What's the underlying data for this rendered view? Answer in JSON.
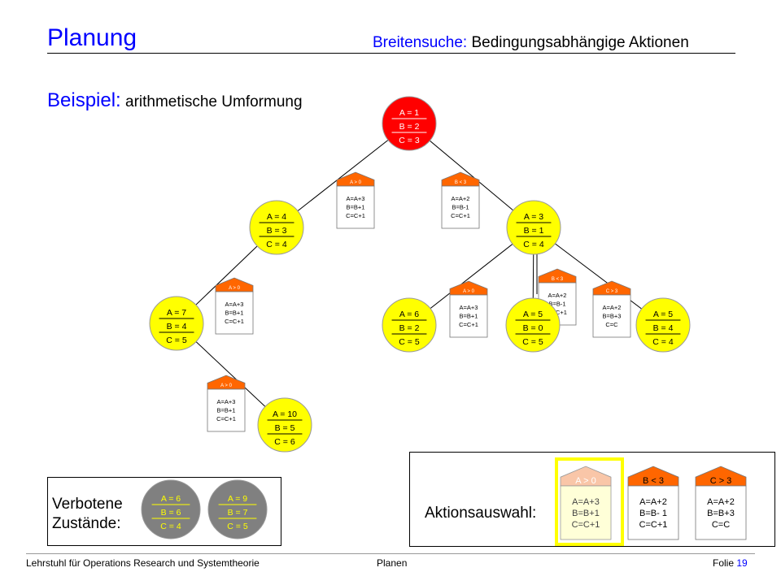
{
  "header": {
    "title": "Planung",
    "subtitle_keyword": "Breitensuche:",
    "subtitle_rest": " Bedingungsabhängige Aktionen"
  },
  "heading": {
    "keyword": "Beispiel:",
    "rest": " arithmetische Umformung"
  },
  "colors": {
    "state_fill": "#ffff00",
    "action_fill": "#ff6600",
    "forbidden_fill": "#808080",
    "accent_blue": "#0000ff",
    "highlight_frame": "#ffff00"
  },
  "tree": {
    "states": [
      {
        "id": "root",
        "a": "A  = 1",
        "b": "B = 2",
        "c": "C = 3",
        "fill": "#ff0000",
        "text": "#ffffff"
      },
      {
        "id": "s4",
        "a": "A  = 4",
        "b": "B = 3",
        "c": "C = 4",
        "fill": "#ffff00",
        "text": "#000000"
      },
      {
        "id": "s3",
        "a": "A  = 3",
        "b": "B = 1",
        "c": "C = 4",
        "fill": "#ffff00",
        "text": "#000000"
      },
      {
        "id": "s7",
        "a": "A  = 7",
        "b": "B = 4",
        "c": "C = 5",
        "fill": "#ffff00",
        "text": "#000000"
      },
      {
        "id": "s6",
        "a": "A  = 6",
        "b": "B = 2",
        "c": "C = 5",
        "fill": "#ffff00",
        "text": "#000000"
      },
      {
        "id": "s5a",
        "a": "A  = 5",
        "b": "B = 0",
        "c": "C = 5",
        "fill": "#ffff00",
        "text": "#000000"
      },
      {
        "id": "s5b",
        "a": "A  = 5",
        "b": "B = 4",
        "c": "C = 4",
        "fill": "#ffff00",
        "text": "#000000"
      },
      {
        "id": "s10",
        "a": "A  = 10",
        "b": "B = 5",
        "c": "C = 6",
        "fill": "#ffff00",
        "text": "#000000"
      }
    ],
    "actions": [
      {
        "id": "a1",
        "cond": "A > 0",
        "l1": "A=A+3",
        "l2": "B=B+1",
        "l3": "C=C+1"
      },
      {
        "id": "a2",
        "cond": "B < 3",
        "l1": "A=A+2",
        "l2": "B=B-1",
        "l3": "C=C+1"
      },
      {
        "id": "a3",
        "cond": "A > 0",
        "l1": "A=A+3",
        "l2": "B=B+1",
        "l3": "C=C+1"
      },
      {
        "id": "a4",
        "cond": "A > 0",
        "l1": "A=A+3",
        "l2": "B=B+1",
        "l3": "C=C+1"
      },
      {
        "id": "a5",
        "cond": "B < 3",
        "l1": "A=A+2",
        "l2": "B=B-1",
        "l3": "C=C+1"
      },
      {
        "id": "a6",
        "cond": "C > 3",
        "l1": "A=A+2",
        "l2": "B=B+3",
        "l3": "C=C"
      },
      {
        "id": "a7",
        "cond": "A > 0",
        "l1": "A=A+3",
        "l2": "B=B+1",
        "l3": "C=C+1"
      }
    ]
  },
  "forbidden": {
    "label_line1": "Verbotene",
    "label_line2": "Zustände:",
    "states": [
      {
        "a": "A  = 6",
        "b": "B = 6",
        "c": "C = 4"
      },
      {
        "a": "A  = 9",
        "b": "B =  7",
        "c": "C = 5"
      }
    ]
  },
  "action_selection": {
    "label": "Aktionsauswahl:",
    "actions": [
      {
        "cond": "A > 0",
        "l1": "A=A+3",
        "l2": "B=B+1",
        "l3": "C=C+1",
        "highlighted": true
      },
      {
        "cond": "B < 3",
        "l1": "A=A+2",
        "l2": "B=B- 1",
        "l3": "C=C+1",
        "highlighted": false
      },
      {
        "cond": "C > 3",
        "l1": "A=A+2",
        "l2": "B=B+3",
        "l3": "C=C",
        "highlighted": false
      }
    ]
  },
  "footer": {
    "left": "Lehrstuhl für Operations Research und Systemtheorie",
    "center": "Planen",
    "folie_label": "Folie",
    "folie_number": "19"
  }
}
